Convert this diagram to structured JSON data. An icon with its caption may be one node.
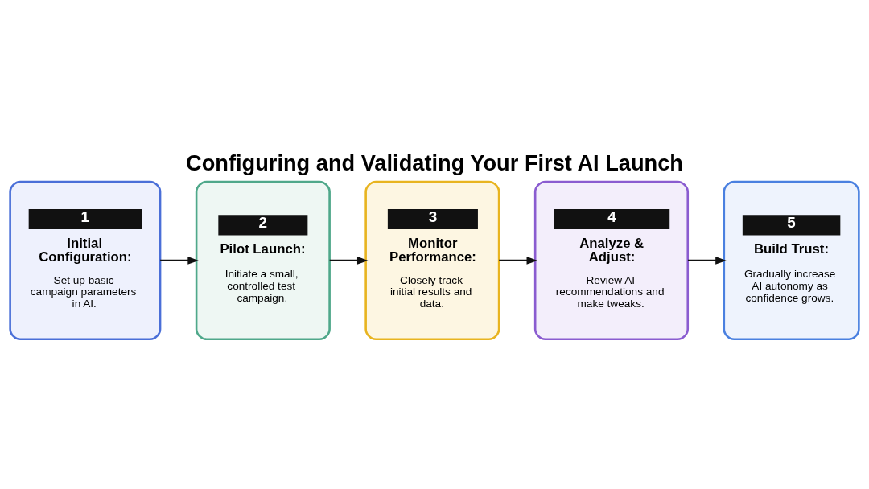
{
  "diagram": {
    "title": "Configuring and Validating Your First AI Launch",
    "nodes": [
      {
        "text": [
          "1",
          "Initial Configuration:",
          "Set up basic campaign parameters in AI."
        ]
      },
      {
        "text": [
          "2",
          "Pilot Launch:",
          "Initiate a small, controlled test campaign."
        ]
      },
      {
        "text": [
          "3",
          "Monitor Performance:",
          "Closely track initial results and data."
        ]
      },
      {
        "text": [
          "4",
          "Analyze & Adjust:",
          "Review AI recommendations and make tweaks."
        ]
      },
      {
        "text": [
          "5",
          "Build Trust:",
          "Gradually increase AI autonomy as confidence grows."
        ]
      }
    ],
    "edges": [
      {
        "from": 0,
        "to": 1,
        "arrow": "to"
      },
      {
        "from": 1,
        "to": 2,
        "arrow": "to"
      },
      {
        "from": 2,
        "to": 3,
        "arrow": "to"
      },
      {
        "from": 3,
        "to": 4,
        "arrow": "to"
      }
    ]
  }
}
